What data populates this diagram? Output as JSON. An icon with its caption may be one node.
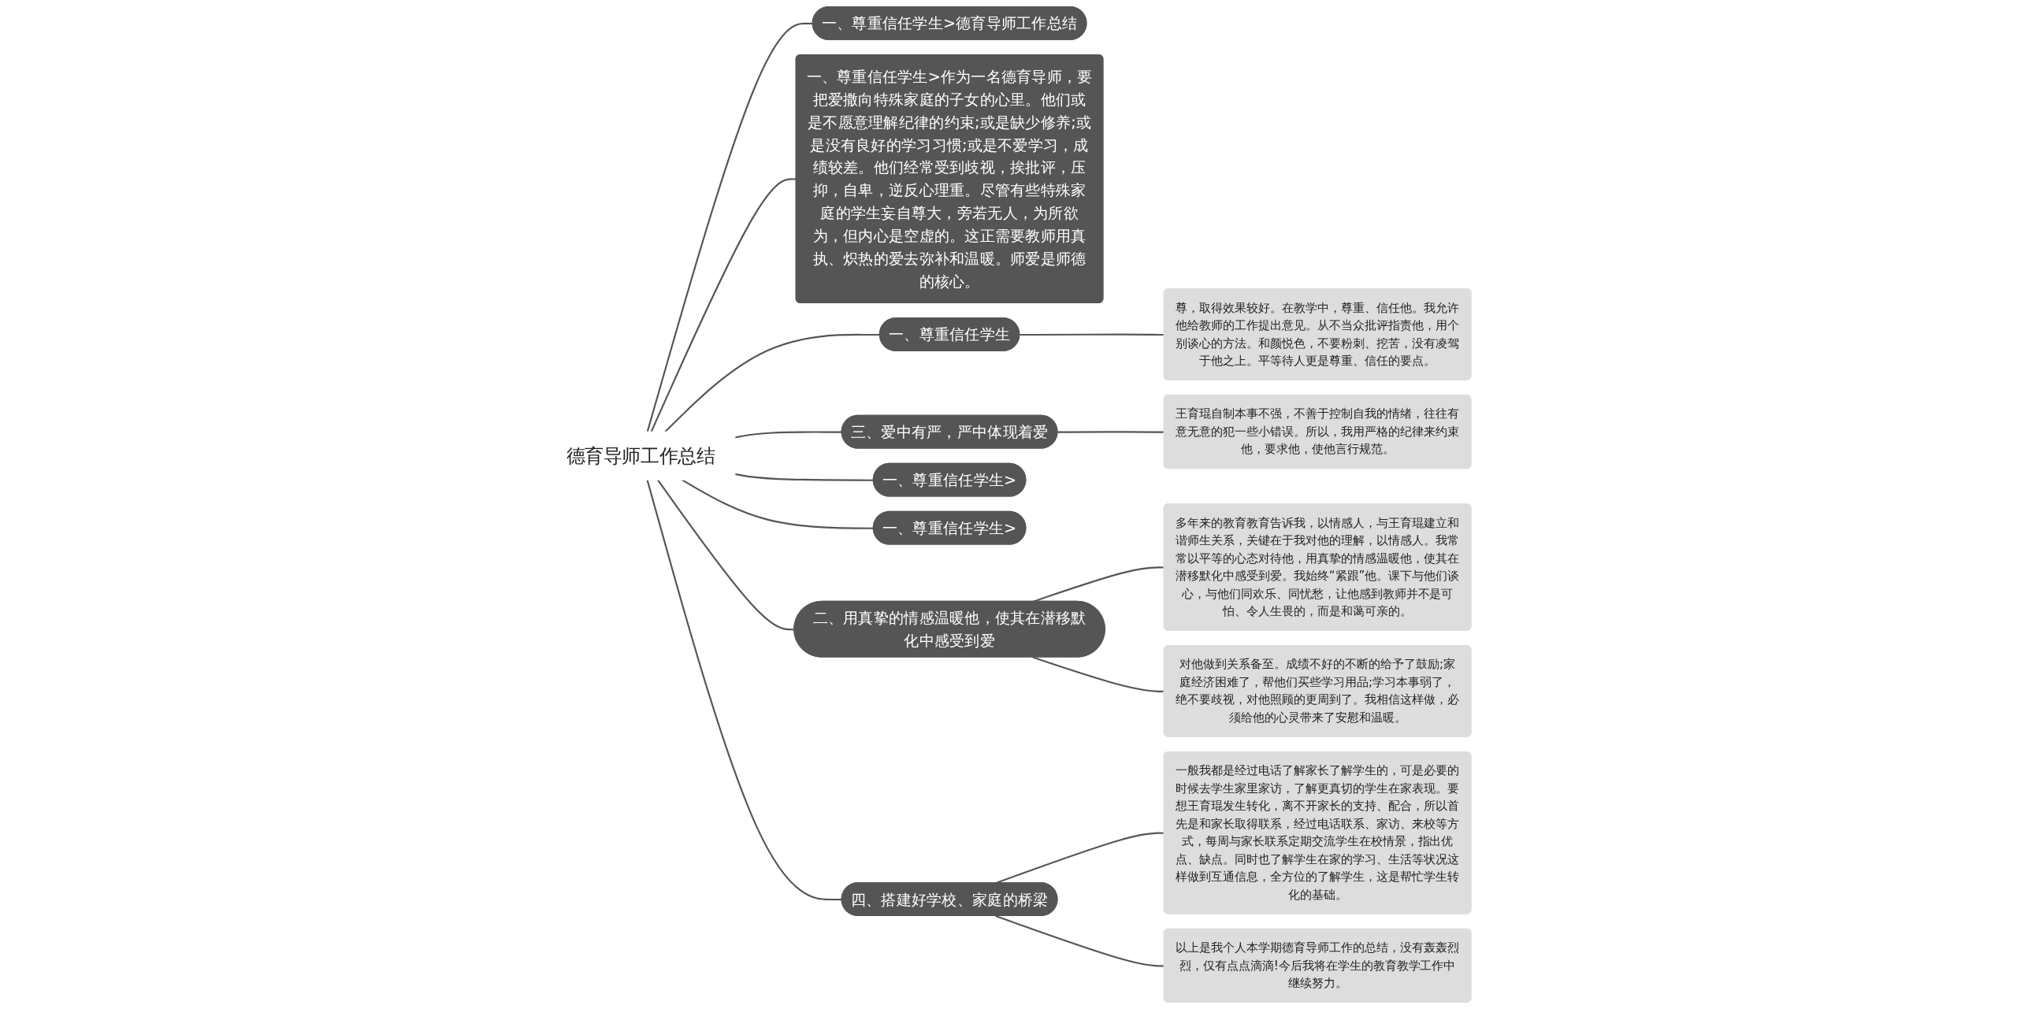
{
  "diagram": {
    "nodes": [
      {
        "text": [
          "德育导师工作总结"
        ]
      },
      {
        "text": [
          "一、尊重信任学生>德育导师工作总结"
        ]
      },
      {
        "text": [
          "一、尊重信任学生>作为一名德育导师，要把爱撒向特殊家庭的子女的心里。他们或是不愿意理解纪律的约束;或是缺少修养;或是没有良好的学习习惯;或是不爱学习，成绩较差。他们经常受到歧视，挨批评，压抑，自卑，逆反心理重。尽管有些特殊家庭的学生妄自尊大，旁若无人，为所欲为，但内心是空虚的。这正需要教师用真执、炽热的爱去弥补和温暖。师爱是师德的核心。"
        ]
      },
      {
        "text": [
          "一、尊重信任学生"
        ]
      },
      {
        "text": [
          "尊，取得效果较好。在教学中，尊重、信任他。我允许他给教师的工作提出意见。从不当众批评指责他，用个别谈心的方法。和颜悦色，不要粉刺、挖苦，没有凌驾于他之上。平等待人更是尊重、信任的要点。"
        ]
      },
      {
        "text": [
          "三、爱中有严，严中体现着爱"
        ]
      },
      {
        "text": [
          "王育琨自制本事不强，不善于控制自我的情绪，往往有意无意的犯一些小错误。所以，我用严格的纪律来约束他，要求他，使他言行规范。"
        ]
      },
      {
        "text": [
          "一、尊重信任学生>"
        ]
      },
      {
        "text": [
          "一、尊重信任学生>"
        ]
      },
      {
        "text": [
          "二、用真挚的情感温暖他，使其在潜移默化中感受到爱"
        ]
      },
      {
        "text": [
          "多年来的教育教育告诉我，以情感人，与王育琨建立和谐师生关系，关键在于我对他的理解，以情感人。我常常以平等的心态对待他，用真挚的情感温暖他，使其在潜移默化中感受到爱。我始终“紧跟”他。课下与他们谈心，与他们同欢乐、同忧愁，让他感到教师并不是可怕、令人生畏的，而是和蔼可亲的。"
        ]
      },
      {
        "text": [
          "对他做到关系备至。成绩不好的不断的给予了鼓励;家庭经济困难了，帮他们买些学习用品;学习本事弱了，绝不要歧视，对他照顾的更周到了。我相信这样做，必须给他的心灵带来了安慰和温暖。"
        ]
      },
      {
        "text": [
          "四、搭建好学校、家庭的桥梁"
        ]
      },
      {
        "text": [
          "一般我都是经过电话了解家长了解学生的，可是必要的时候去学生家里家访，了解更真切的学生在家表现。要想王育琨发生转化，离不开家长的支持、配合，所以首先是和家长取得联系，经过电话联系、家访、来校等方式，每周与家长联系定期交流学生在校情景，指出优点、缺点。同时也了解学生在家的学习、生活等状况这样做到互通信息，全方位的了解学生，这是帮忙学生转化的基础。"
        ]
      },
      {
        "text": [
          "以上是我个人本学期德育导师工作的总结，没有轰轰烈烈，仅有点点滴滴!今后我将在学生的教育教学工作中继续努力。"
        ]
      }
    ],
    "edges": [
      {
        "from": 0,
        "to": 1,
        "arrow": "none"
      },
      {
        "from": 0,
        "to": 2,
        "arrow": "none"
      },
      {
        "from": 0,
        "to": 3,
        "arrow": "none"
      },
      {
        "from": 3,
        "to": 4,
        "arrow": "none"
      },
      {
        "from": 0,
        "to": 5,
        "arrow": "none"
      },
      {
        "from": 5,
        "to": 6,
        "arrow": "none"
      },
      {
        "from": 0,
        "to": 7,
        "arrow": "none"
      },
      {
        "from": 0,
        "to": 8,
        "arrow": "none"
      },
      {
        "from": 0,
        "to": 9,
        "arrow": "none"
      },
      {
        "from": 9,
        "to": 10,
        "arrow": "none"
      },
      {
        "from": 9,
        "to": 11,
        "arrow": "none"
      },
      {
        "from": 0,
        "to": 12,
        "arrow": "none"
      },
      {
        "from": 12,
        "to": 13,
        "arrow": "none"
      },
      {
        "from": 12,
        "to": 14,
        "arrow": "none"
      }
    ]
  }
}
